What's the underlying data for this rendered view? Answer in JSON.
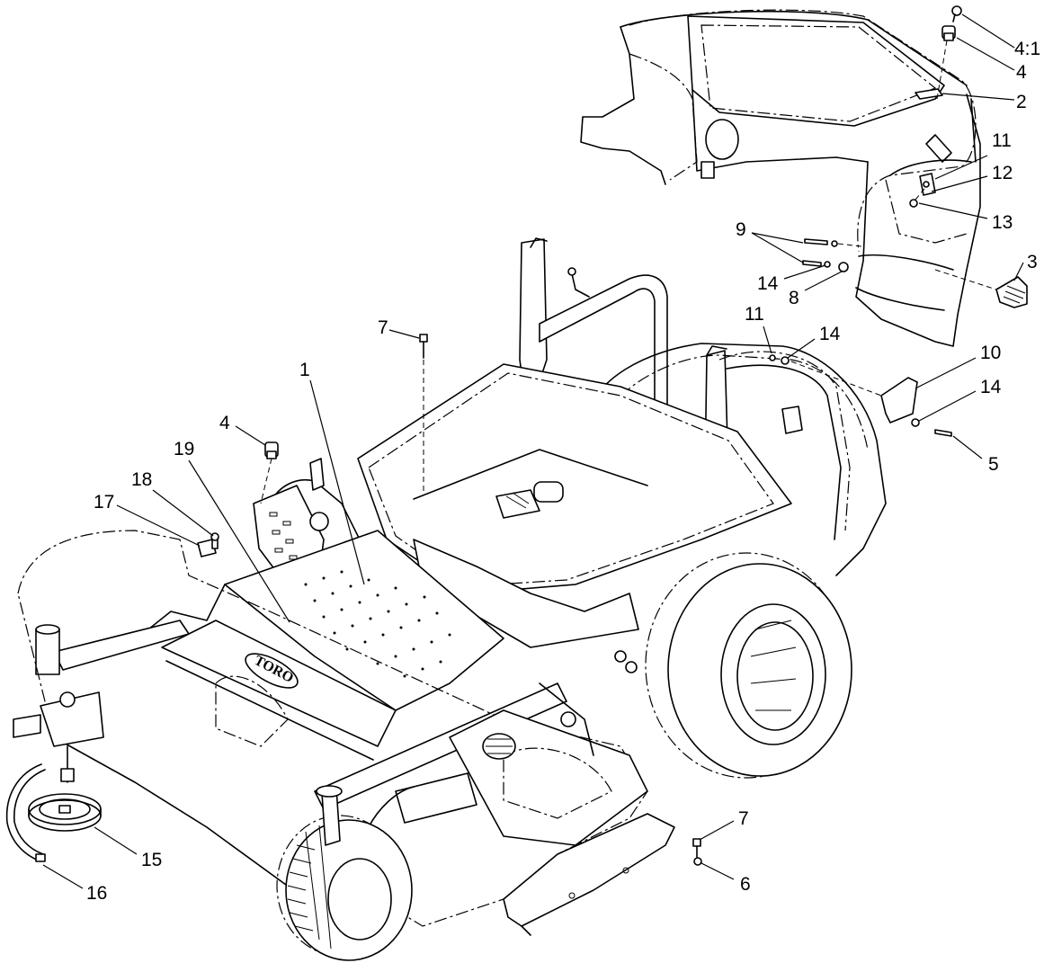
{
  "callouts": {
    "c1": "1",
    "c2": "2",
    "c3": "3",
    "c4a": "4:1",
    "c4b": "4",
    "c4c": "4",
    "c5": "5",
    "c6": "6",
    "c7a": "7",
    "c7b": "7",
    "c8": "8",
    "c9": "9",
    "c10": "10",
    "c11a": "11",
    "c11b": "11",
    "c12": "12",
    "c13": "13",
    "c14a": "14",
    "c14b": "14",
    "c14c": "14",
    "c15": "15",
    "c16": "16",
    "c17": "17",
    "c18": "18",
    "c19": "19"
  }
}
